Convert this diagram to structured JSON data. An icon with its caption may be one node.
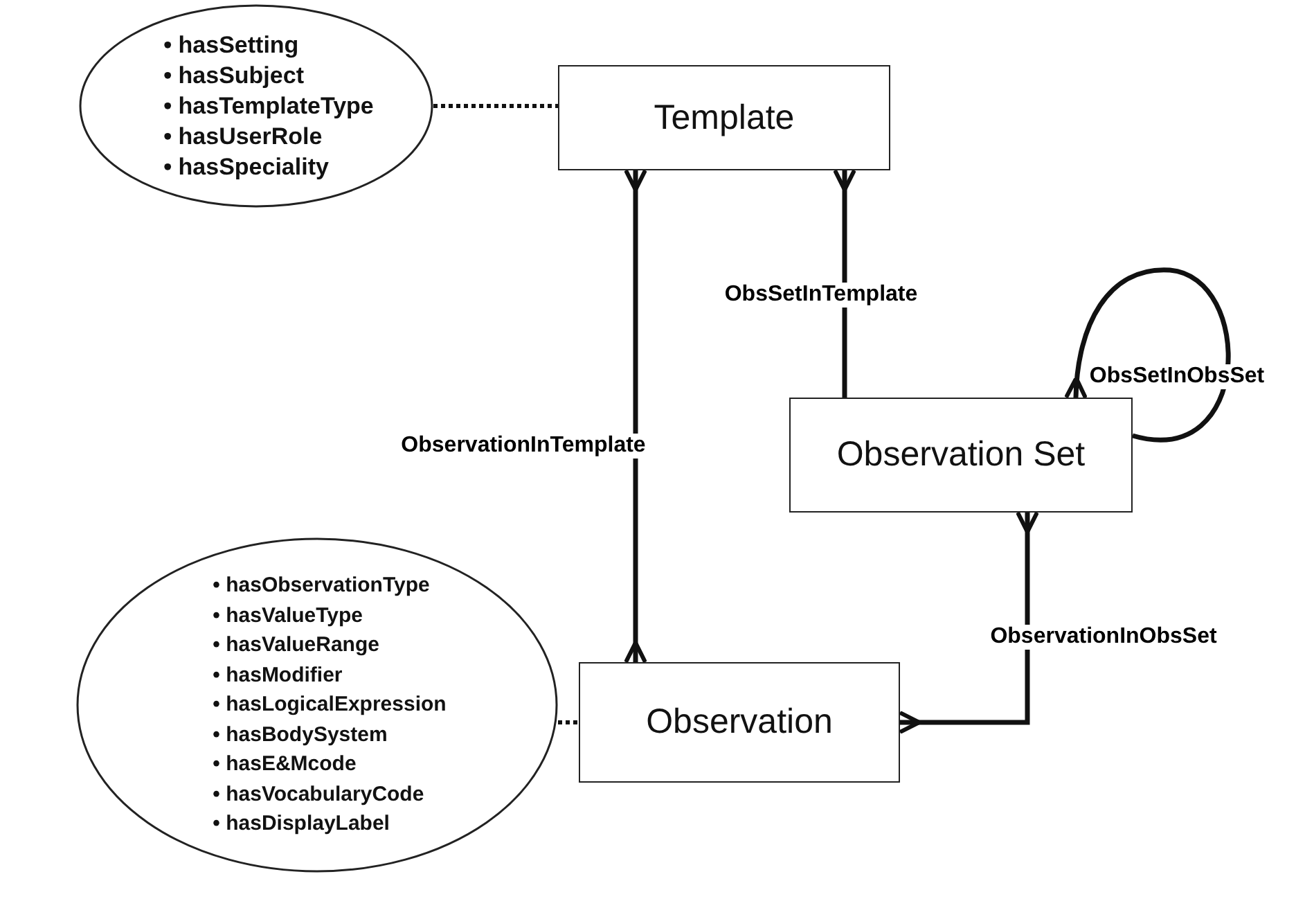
{
  "diagram": {
    "nodes": [
      {
        "text": [
          "• hasSetting",
          "• hasSubject",
          "• hasTemplateType",
          "• hasUserRole",
          "• hasSpeciality"
        ]
      },
      {
        "text": [
          "Template"
        ]
      },
      {
        "text": [
          "Observation Set"
        ]
      },
      {
        "text": [
          "• hasObservationType",
          "• hasValueType",
          "• hasValueRange",
          "• hasModifier",
          "• hasLogicalExpression",
          "• hasBodySystem",
          "• hasE&Mcode",
          "• hasVocabularyCode",
          "• hasDisplayLabel"
        ]
      },
      {
        "text": [
          "Observation"
        ]
      }
    ],
    "edges": [
      {
        "from": 0,
        "to": 1,
        "arrow": "none",
        "style": "dashed"
      },
      {
        "from": 1,
        "to": 4,
        "arrow": "other",
        "label": "ObservationInTemplate"
      },
      {
        "from": 1,
        "to": 2,
        "arrow": "other",
        "label": "ObsSetInTemplate"
      },
      {
        "from": 2,
        "to": 2,
        "arrow": "other",
        "label": "ObsSetInObsSet"
      },
      {
        "from": 2,
        "to": 4,
        "arrow": "other",
        "label": "ObservationInObsSet"
      },
      {
        "from": 3,
        "to": 4,
        "arrow": "none",
        "style": "dashed"
      }
    ]
  }
}
